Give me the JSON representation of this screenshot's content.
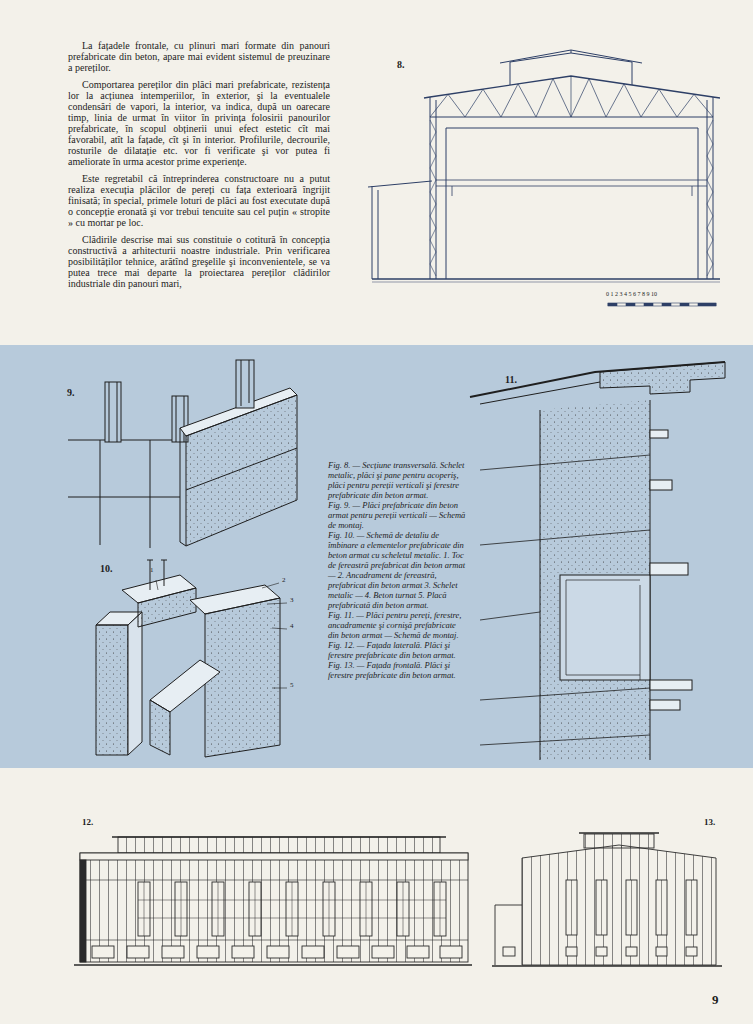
{
  "diagram": {
    "nodes": [
      {
        "text": [
          "9.",
          "10.",
          "11.",
          "Fig. 8. — Secțiune transversală. Schelet metalic, plăci şi pane pentru acoperiş, plăci pentru pereții verticali şi ferestre prefabricate din beton armat.",
          "Fig. 9. — Plăci prefabricate din beton armat pentru pereții verticali — Schemă de montaj.",
          "Fig. 10. — Schemă de detaliu de îmbinare a elementelor prefabricate din beton armat cu scheletul metalic. 1. Toc de fereastră prefabricat din beton armat — 2. Ancadrament de fereastră, prefabricat din beton armat 3. Schelet metalic — 4. Beton turnat 5. Placă prefabricată din beton armat.",
          "Fig. 11. — Plăci pentru pereți, ferestre, ancadramente şi cornişă prefabricate din beton armat — Schemă de montaj.",
          "Fig. 12. — Fațada laterală. Plăci şi ferestre prefabricate din beton armat.",
          "Fig. 13. — Fațada frontală. Plăci şi ferestre prefabricate din beton armat.",
          "1",
          "2",
          "3",
          "4",
          "5"
        ]
      }
    ],
    "labels": [
      "La fațadele frontale, cu plinuri mari formate din panouri prefabricate din beton, apare mai evident sistemul de preuzinare a pereților.",
      "Comportarea pereților din plăci mari prefabricate, rezistența lor la acțiunea intemperiilor, în exterior, şi la eventualele condensări de vapori, la interior, va indica, după un oarecare timp, linia de urmat în viitor în privința folosirii panourilor prefabricate, în scopul obținerii unui efect estetic cît mai favorabil, atît la fațade, cît şi în interior. Profilurile, decrourile, rosturile de dilatație etc. vor fi verificate şi vor putea fi ameliorate în urma acestor prime experiențe.",
      "Este regretabil că întreprinderea constructoare nu a putut realiza execuția plăcilor de pereți cu fața exterioară îngrijit finisată; în special, primele loturi de plăci au fost executate după o concepție eronată şi vor trebui tencuite sau cel puțin « stropite » cu mortar pe loc.",
      "Clădirile descrise mai sus constituie o cotitură în concepția constructivă a arhitecturii noastre industriale. Prin verificarea posibilităților tehnice, arătînd greşelile şi inconvenientele, se va putea trece mai departe la proiectarea pereților clădirilor industriale din panouri mari,",
      "8.",
      "0 1 2 3 4 5 6 7 8 9 10",
      "12.",
      "13.",
      "9"
    ]
  }
}
